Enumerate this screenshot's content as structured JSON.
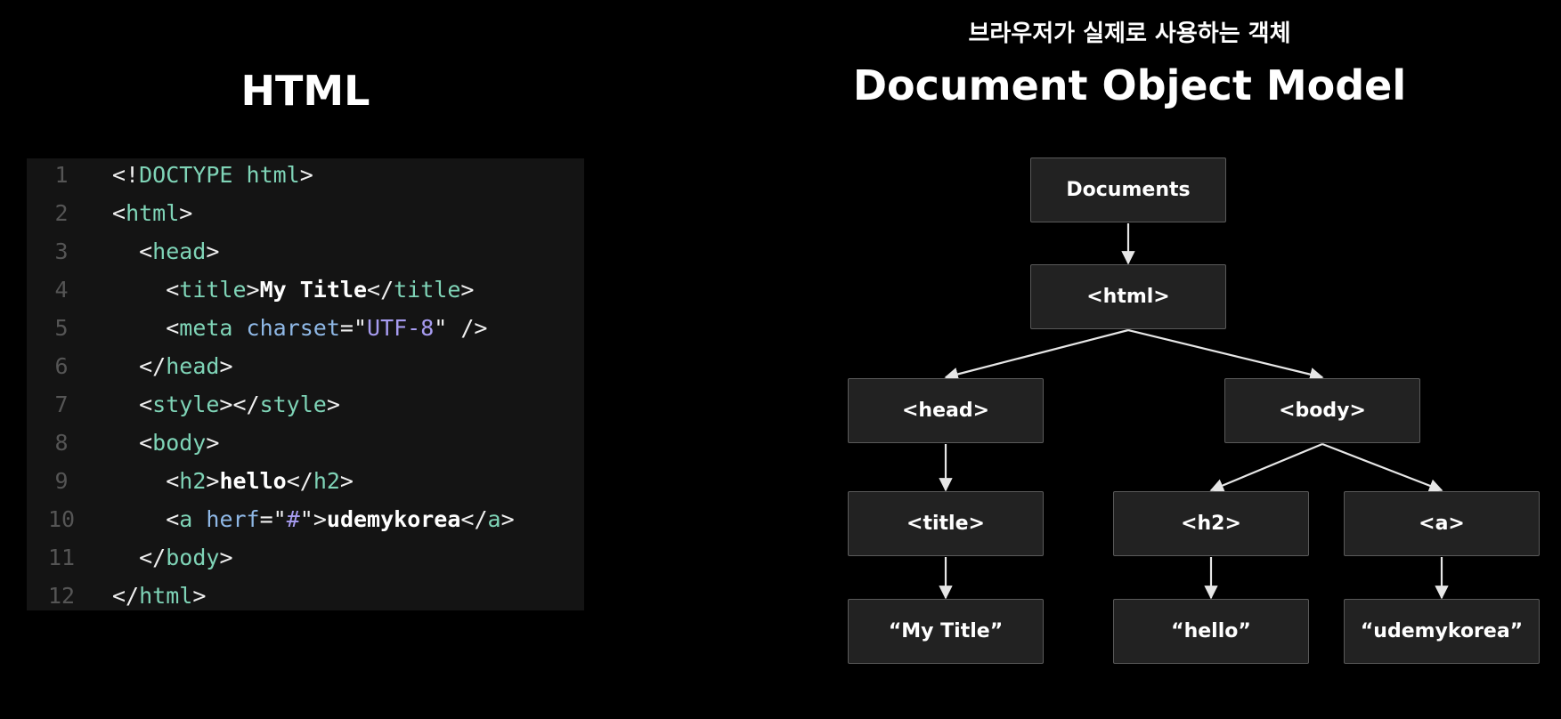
{
  "left": {
    "title": "HTML"
  },
  "code": {
    "lines": [
      {
        "n": "1",
        "tokens": [
          {
            "t": "<!",
            "k": "punct"
          },
          {
            "t": "DOCTYPE html",
            "k": "tag"
          },
          {
            "t": ">",
            "k": "punct"
          }
        ]
      },
      {
        "n": "2",
        "tokens": [
          {
            "t": "<",
            "k": "punct"
          },
          {
            "t": "html",
            "k": "tag"
          },
          {
            "t": ">",
            "k": "punct"
          }
        ]
      },
      {
        "n": "3",
        "tokens": [
          {
            "t": "  <",
            "k": "punct"
          },
          {
            "t": "head",
            "k": "tag"
          },
          {
            "t": ">",
            "k": "punct"
          }
        ]
      },
      {
        "n": "4",
        "tokens": [
          {
            "t": "    <",
            "k": "punct"
          },
          {
            "t": "title",
            "k": "tag"
          },
          {
            "t": ">",
            "k": "punct"
          },
          {
            "t": "My Title",
            "k": "text"
          },
          {
            "t": "</",
            "k": "punct"
          },
          {
            "t": "title",
            "k": "tag"
          },
          {
            "t": ">",
            "k": "punct"
          }
        ]
      },
      {
        "n": "5",
        "tokens": [
          {
            "t": "    <",
            "k": "punct"
          },
          {
            "t": "meta",
            "k": "tag"
          },
          {
            "t": " ",
            "k": "punct"
          },
          {
            "t": "charset",
            "k": "attr"
          },
          {
            "t": "=\"",
            "k": "punct"
          },
          {
            "t": "UTF-8",
            "k": "str"
          },
          {
            "t": "\" />",
            "k": "punct"
          }
        ]
      },
      {
        "n": "6",
        "tokens": [
          {
            "t": "  </",
            "k": "punct"
          },
          {
            "t": "head",
            "k": "tag"
          },
          {
            "t": ">",
            "k": "punct"
          }
        ]
      },
      {
        "n": "7",
        "tokens": [
          {
            "t": "  <",
            "k": "punct"
          },
          {
            "t": "style",
            "k": "tag"
          },
          {
            "t": "></",
            "k": "punct"
          },
          {
            "t": "style",
            "k": "tag"
          },
          {
            "t": ">",
            "k": "punct"
          }
        ]
      },
      {
        "n": "8",
        "tokens": [
          {
            "t": "  <",
            "k": "punct"
          },
          {
            "t": "body",
            "k": "tag"
          },
          {
            "t": ">",
            "k": "punct"
          }
        ]
      },
      {
        "n": "9",
        "tokens": [
          {
            "t": "    <",
            "k": "punct"
          },
          {
            "t": "h2",
            "k": "tag"
          },
          {
            "t": ">",
            "k": "punct"
          },
          {
            "t": "hello",
            "k": "text"
          },
          {
            "t": "</",
            "k": "punct"
          },
          {
            "t": "h2",
            "k": "tag"
          },
          {
            "t": ">",
            "k": "punct"
          }
        ]
      },
      {
        "n": "10",
        "tokens": [
          {
            "t": "    <",
            "k": "punct"
          },
          {
            "t": "a",
            "k": "tag"
          },
          {
            "t": " ",
            "k": "punct"
          },
          {
            "t": "herf",
            "k": "attr"
          },
          {
            "t": "=\"",
            "k": "punct"
          },
          {
            "t": "#",
            "k": "str"
          },
          {
            "t": "\">",
            "k": "punct"
          },
          {
            "t": "udemykorea",
            "k": "text"
          },
          {
            "t": "</",
            "k": "punct"
          },
          {
            "t": "a",
            "k": "tag"
          },
          {
            "t": ">",
            "k": "punct"
          }
        ]
      },
      {
        "n": "11",
        "tokens": [
          {
            "t": "  </",
            "k": "punct"
          },
          {
            "t": "body",
            "k": "tag"
          },
          {
            "t": ">",
            "k": "punct"
          }
        ]
      },
      {
        "n": "12",
        "tokens": [
          {
            "t": "</",
            "k": "punct"
          },
          {
            "t": "html",
            "k": "tag"
          },
          {
            "t": ">",
            "k": "punct"
          }
        ]
      }
    ]
  },
  "right": {
    "subtitle": "브라우저가 실제로 사용하는 객체",
    "title": "Document Object Model"
  },
  "tree": {
    "nodes": {
      "documents": "Documents",
      "html": "<html>",
      "head": "<head>",
      "body": "<body>",
      "title": "<title>",
      "h2": "<h2>",
      "a": "<a>",
      "my_title_text": "“My Title”",
      "hello_text": "“hello”",
      "udemykorea_text": "“udemykorea”"
    },
    "edges": [
      [
        "documents",
        "html"
      ],
      [
        "html",
        "head"
      ],
      [
        "html",
        "body"
      ],
      [
        "head",
        "title"
      ],
      [
        "body",
        "h2"
      ],
      [
        "body",
        "a"
      ],
      [
        "title",
        "my_title_text"
      ],
      [
        "h2",
        "hello_text"
      ],
      [
        "a",
        "udemykorea_text"
      ]
    ]
  },
  "colors": {
    "background": "#000000",
    "code_panel": "#141414",
    "node_fill": "#222222",
    "node_border": "#5a5a5a",
    "tag": "#7fd4b7",
    "attr": "#8fb8e6",
    "string": "#a79cf0",
    "edge": "#e6e6e6"
  }
}
